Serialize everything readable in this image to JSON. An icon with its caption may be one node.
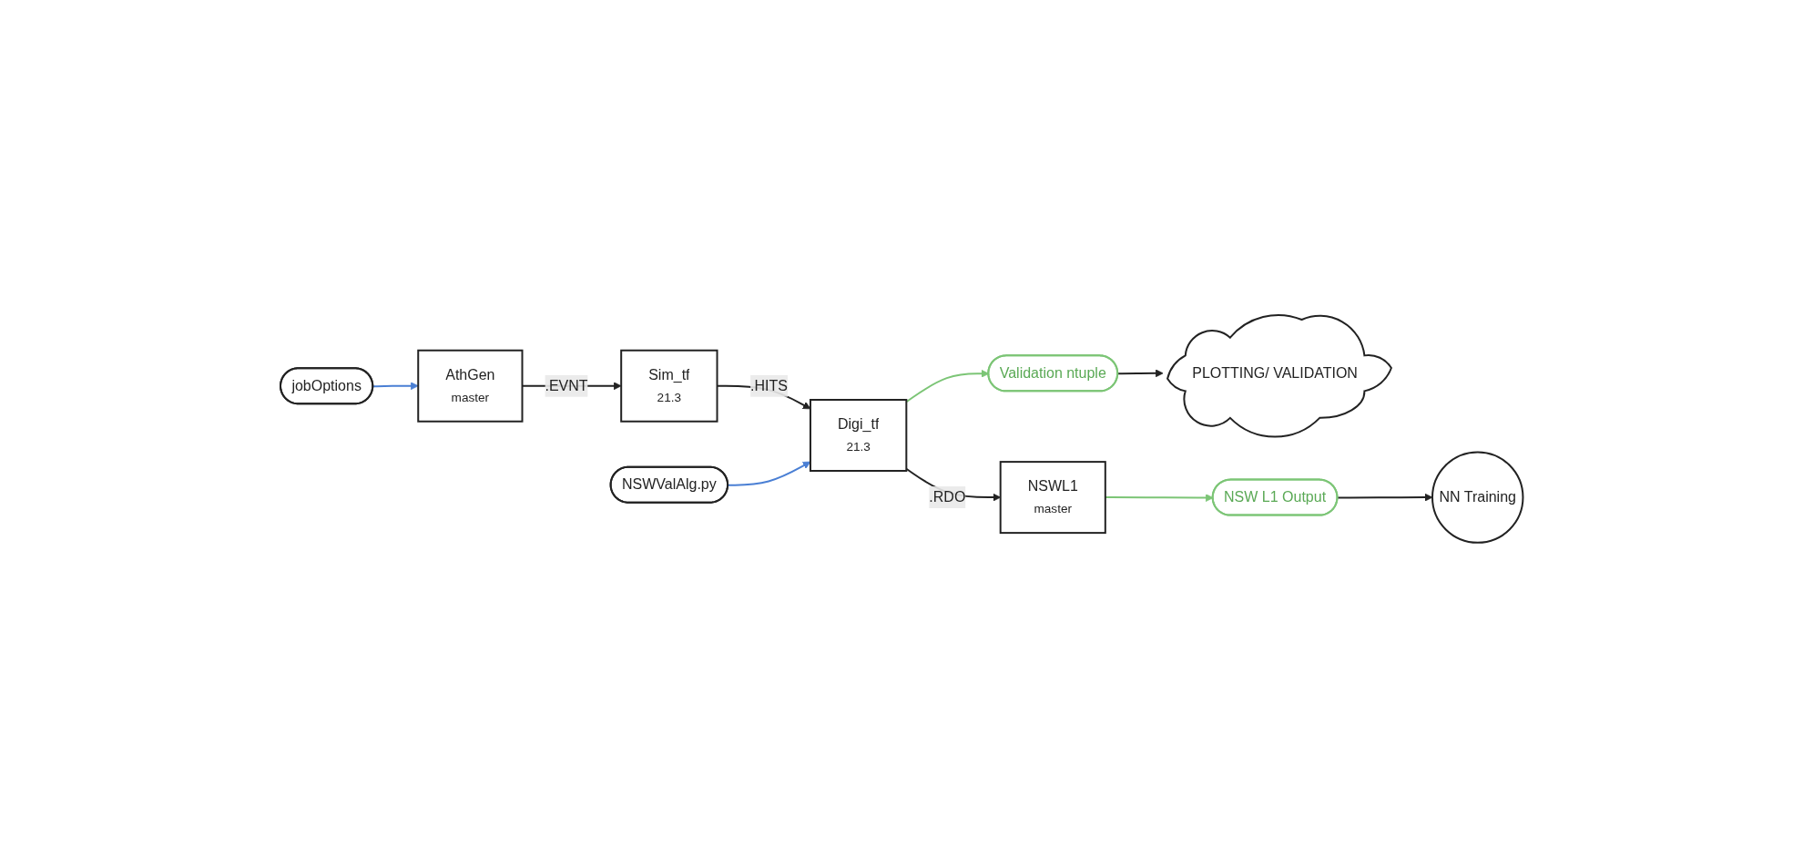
{
  "diagram": {
    "nodes": [
      {
        "text": [
          "jobOptions"
        ]
      },
      {
        "text": [
          "AthGen",
          "master"
        ]
      },
      {
        "text": [
          "Sim_tf",
          "21.3"
        ]
      },
      {
        "text": [
          "NSWValAlg.py"
        ]
      },
      {
        "text": [
          "Digi_tf",
          "21.3"
        ]
      },
      {
        "text": [
          "NSWL1",
          "master"
        ]
      },
      {
        "text": [
          "PLOTTING/ VALIDATION"
        ]
      },
      {
        "text": [
          "NN Training"
        ]
      },
      {
        "text": [
          "Validation ntuple"
        ]
      },
      {
        "text": [
          "NSW L1 Output"
        ]
      }
    ],
    "edges": [
      {
        "from": 0,
        "to": 1,
        "arrow": "to",
        "color": "#4a7fd4"
      },
      {
        "from": 1,
        "to": 2,
        "arrow": "to",
        "label": ".EVNT"
      },
      {
        "from": 2,
        "to": 4,
        "arrow": "to",
        "label": ".HITS"
      },
      {
        "from": 3,
        "to": 4,
        "arrow": "to",
        "color": "#4a7fd4"
      },
      {
        "from": 4,
        "to": 5,
        "arrow": "to",
        "label": ".RDO"
      },
      {
        "from": 4,
        "to": 8,
        "arrow": "to",
        "color": "#7cc576"
      },
      {
        "from": 5,
        "to": 9,
        "arrow": "to",
        "color": "#7cc576"
      },
      {
        "from": 8,
        "to": 6,
        "arrow": "to"
      },
      {
        "from": 9,
        "to": 7,
        "arrow": "to"
      }
    ]
  }
}
